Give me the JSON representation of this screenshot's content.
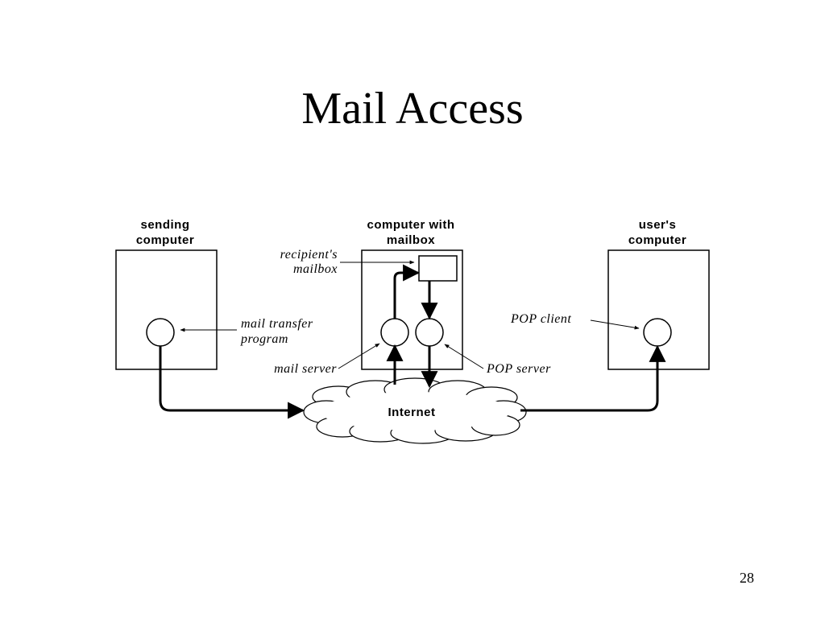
{
  "slide": {
    "title": "Mail Access",
    "page_number": "28"
  },
  "diagram": {
    "hosts": {
      "sending": {
        "line1": "sending",
        "line2": "computer"
      },
      "mailbox_host": {
        "line1": "computer with",
        "line2": "mailbox"
      },
      "user": {
        "line1": "user's",
        "line2": "computer"
      }
    },
    "callouts": {
      "recipients_mailbox": {
        "line1": "recipient's",
        "line2": "mailbox"
      },
      "mail_transfer": {
        "line1": "mail transfer",
        "line2": "program"
      },
      "mail_server": "mail server",
      "pop_server": "POP server",
      "pop_client": "POP client"
    },
    "network": "Internet"
  }
}
